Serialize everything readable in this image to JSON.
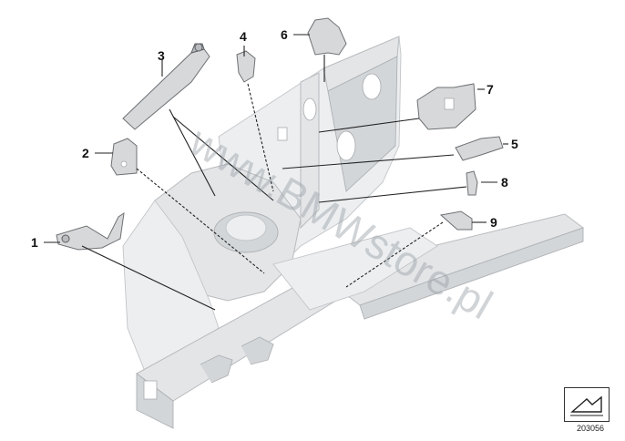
{
  "callouts": [
    "1",
    "2",
    "3",
    "4",
    "5",
    "6",
    "7",
    "8",
    "9"
  ],
  "watermark": "www.BMWstore.pl",
  "reference_number": "203056",
  "icons": {
    "nav": "arrow-nav-icon"
  },
  "colors": {
    "body": "#e3e5e7",
    "part": "#d6d8da",
    "line": "#222222"
  }
}
